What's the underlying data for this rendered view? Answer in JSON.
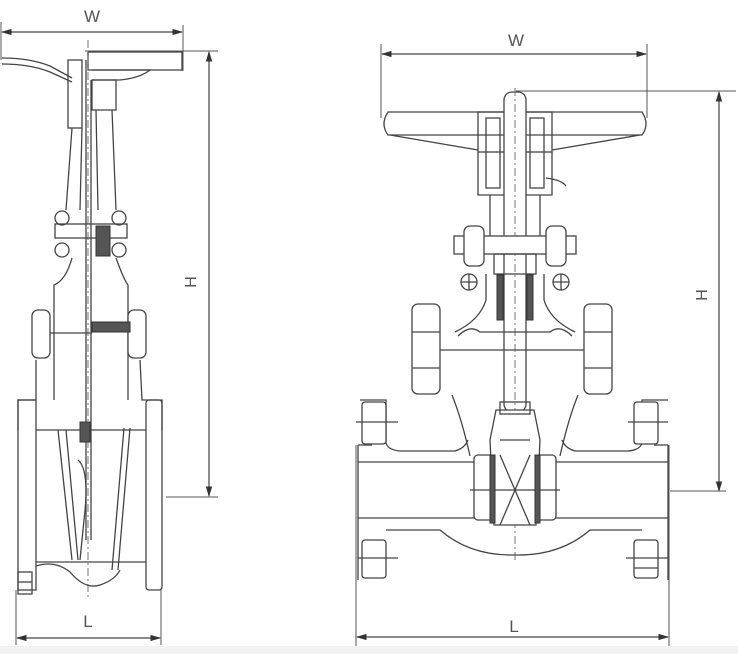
{
  "figure": {
    "type": "technical-drawing",
    "subject": "gate valve dimension drawing",
    "line_color": "#444444",
    "background": "#ffffff"
  },
  "views": [
    {
      "name": "side-view",
      "dimensions": {
        "width_label": "W",
        "height_label": "H",
        "length_label": "L"
      }
    },
    {
      "name": "front-view",
      "dimensions": {
        "width_label": "W",
        "height_label": "H",
        "length_label": "L"
      }
    }
  ]
}
